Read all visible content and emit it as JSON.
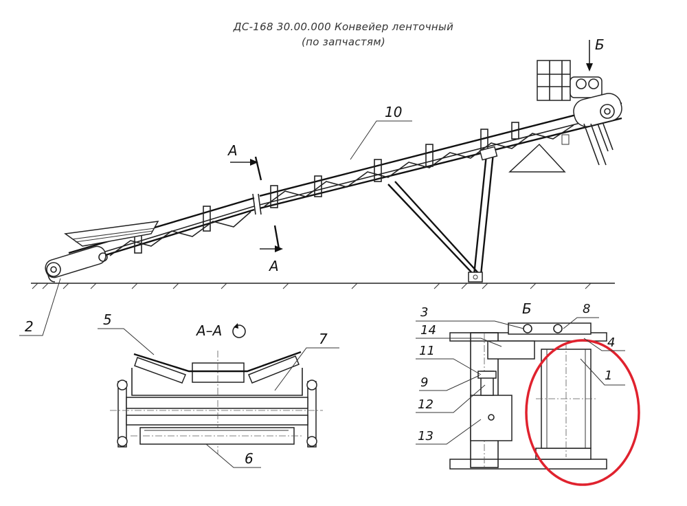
{
  "title_line1": "ДС-168 30.00.000 Конвейер ленточный",
  "title_line2": "(по запчастям)",
  "labels": {
    "n10": "10",
    "n2": "2",
    "n5": "5",
    "n6": "6",
    "n7": "7",
    "sect_a1": "А",
    "sect_a2": "А",
    "view_b_top": "Б",
    "section_aa": "А–А",
    "view_b": "Б",
    "n1": "1",
    "n3": "3",
    "n4": "4",
    "n8": "8",
    "n9": "9",
    "n11": "11",
    "n12": "12",
    "n13": "13",
    "n14": "14"
  },
  "highlight_color": "#e0222e"
}
